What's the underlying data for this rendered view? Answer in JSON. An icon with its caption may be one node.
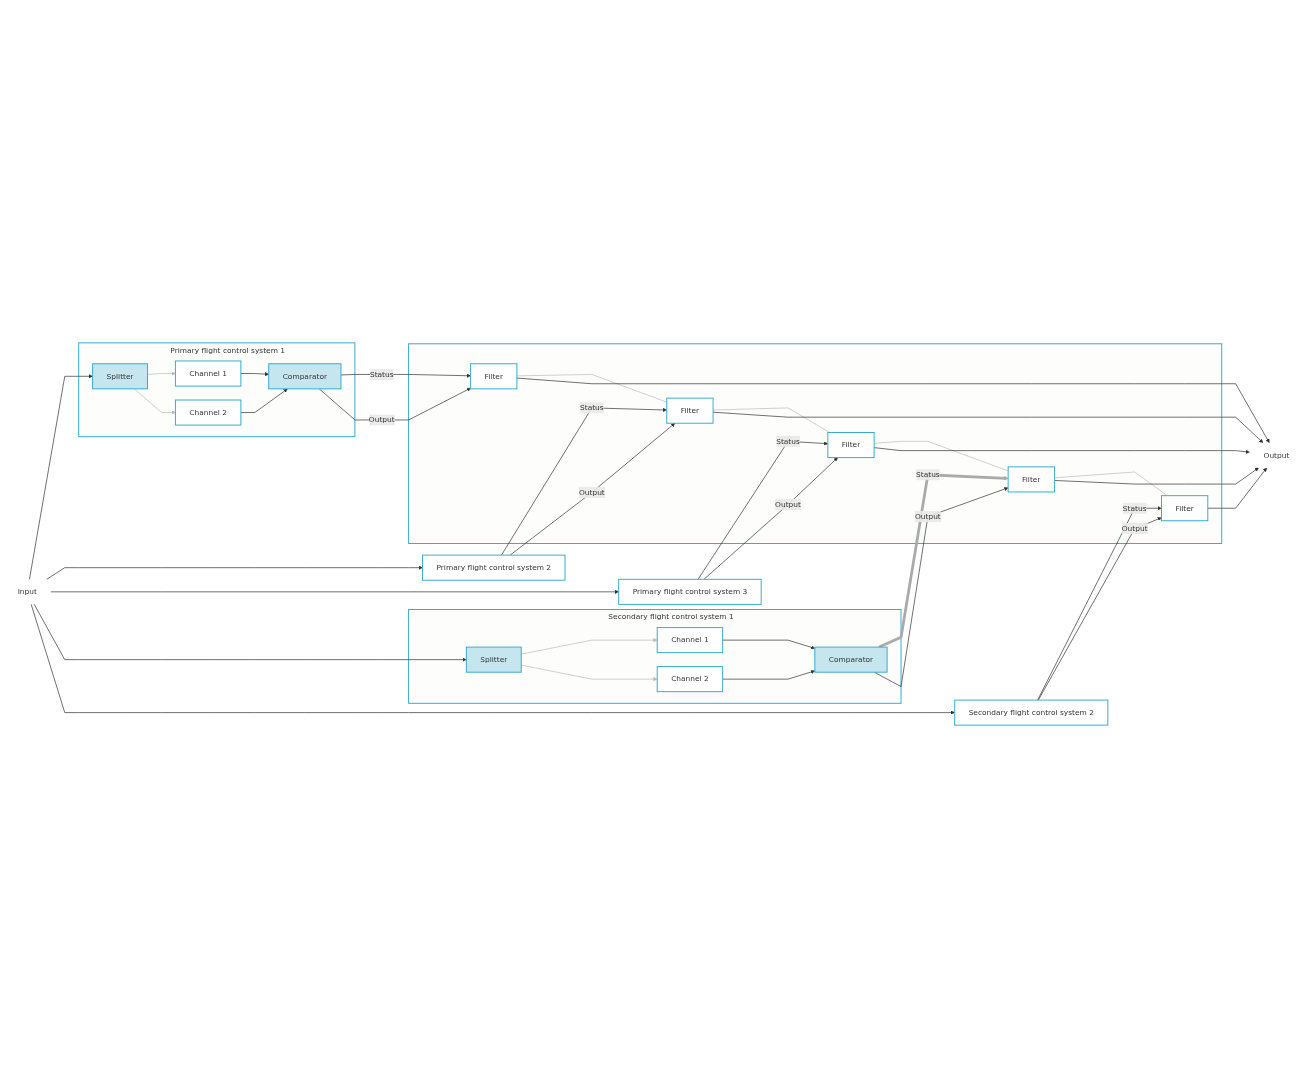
{
  "diagram": {
    "nodes": [
      {
        "text": [
          "Input"
        ]
      },
      {
        "text": [
          "Primary flight control system 1"
        ]
      },
      {
        "text": [
          "Splitter"
        ],
        "in": 1
      },
      {
        "text": [
          "Channel 1"
        ],
        "in": 1
      },
      {
        "text": [
          "Channel 2"
        ],
        "in": 1
      },
      {
        "text": [
          "Comparator"
        ],
        "in": 1
      },
      {
        "text": [
          "Primary flight control system 2"
        ]
      },
      {
        "text": [
          "Primary flight control system 3"
        ]
      },
      {
        "text": [
          "Secondary flight control system 1"
        ]
      },
      {
        "text": [
          "Splitter"
        ],
        "in": 8
      },
      {
        "text": [
          "Channel 1"
        ],
        "in": 8
      },
      {
        "text": [
          "Channel 2"
        ],
        "in": 8
      },
      {
        "text": [
          "Comparator"
        ],
        "in": 8
      },
      {
        "text": [
          "Secondary flight control system 2"
        ]
      },
      {
        "text": [],
        "shape": "box"
      },
      {
        "text": [
          "Filter"
        ],
        "in": 14
      },
      {
        "text": [
          "Filter"
        ],
        "in": 14
      },
      {
        "text": [
          "Filter"
        ],
        "in": 14
      },
      {
        "text": [
          "Filter"
        ],
        "in": 14
      },
      {
        "text": [
          "Filter"
        ],
        "in": 14
      },
      {
        "text": [
          "Output"
        ]
      }
    ],
    "edges": [
      {
        "from": 0,
        "to": 2,
        "arrow": "to"
      },
      {
        "from": 0,
        "to": 6,
        "arrow": "to"
      },
      {
        "from": 0,
        "to": 7,
        "arrow": "to"
      },
      {
        "from": 0,
        "to": 9,
        "arrow": "to"
      },
      {
        "from": 0,
        "to": 13,
        "arrow": "to"
      },
      {
        "from": 2,
        "to": 3,
        "arrow": "to",
        "color": "#bbbbbb"
      },
      {
        "from": 2,
        "to": 4,
        "arrow": "to",
        "color": "#bbbbbb"
      },
      {
        "from": 3,
        "to": 5,
        "arrow": "to"
      },
      {
        "from": 4,
        "to": 5,
        "arrow": "to"
      },
      {
        "from": 5,
        "to": 15,
        "arrow": "to",
        "label": "Status"
      },
      {
        "from": 5,
        "to": 15,
        "arrow": "to",
        "label": "Output"
      },
      {
        "from": 6,
        "to": 16,
        "arrow": "to",
        "label": "Status"
      },
      {
        "from": 6,
        "to": 16,
        "arrow": "to",
        "label": "Output"
      },
      {
        "from": 7,
        "to": 17,
        "arrow": "to",
        "label": "Status"
      },
      {
        "from": 7,
        "to": 17,
        "arrow": "to",
        "label": "Output"
      },
      {
        "from": 9,
        "to": 10,
        "arrow": "to",
        "color": "#bbbbbb"
      },
      {
        "from": 9,
        "to": 11,
        "arrow": "to",
        "color": "#bbbbbb"
      },
      {
        "from": 10,
        "to": 12,
        "arrow": "to"
      },
      {
        "from": 11,
        "to": 12,
        "arrow": "to"
      },
      {
        "from": 12,
        "to": 18,
        "arrow": "to",
        "label": "Status",
        "color": "#aaaaaa",
        "style": "thick"
      },
      {
        "from": 12,
        "to": 18,
        "arrow": "to",
        "label": "Output"
      },
      {
        "from": 13,
        "to": 19,
        "arrow": "to",
        "label": "Status"
      },
      {
        "from": 13,
        "to": 19,
        "arrow": "to",
        "label": "Output"
      },
      {
        "from": 15,
        "to": 16,
        "arrow": "none",
        "color": "#bbbbbb"
      },
      {
        "from": 16,
        "to": 17,
        "arrow": "none",
        "color": "#bbbbbb"
      },
      {
        "from": 17,
        "to": 18,
        "arrow": "none",
        "color": "#bbbbbb"
      },
      {
        "from": 18,
        "to": 19,
        "arrow": "none",
        "color": "#bbbbbb"
      },
      {
        "from": 15,
        "to": 20,
        "arrow": "to"
      },
      {
        "from": 16,
        "to": 20,
        "arrow": "to"
      },
      {
        "from": 17,
        "to": 20,
        "arrow": "to"
      },
      {
        "from": 18,
        "to": 20,
        "arrow": "to"
      },
      {
        "from": 19,
        "to": 20,
        "arrow": "to"
      }
    ]
  }
}
